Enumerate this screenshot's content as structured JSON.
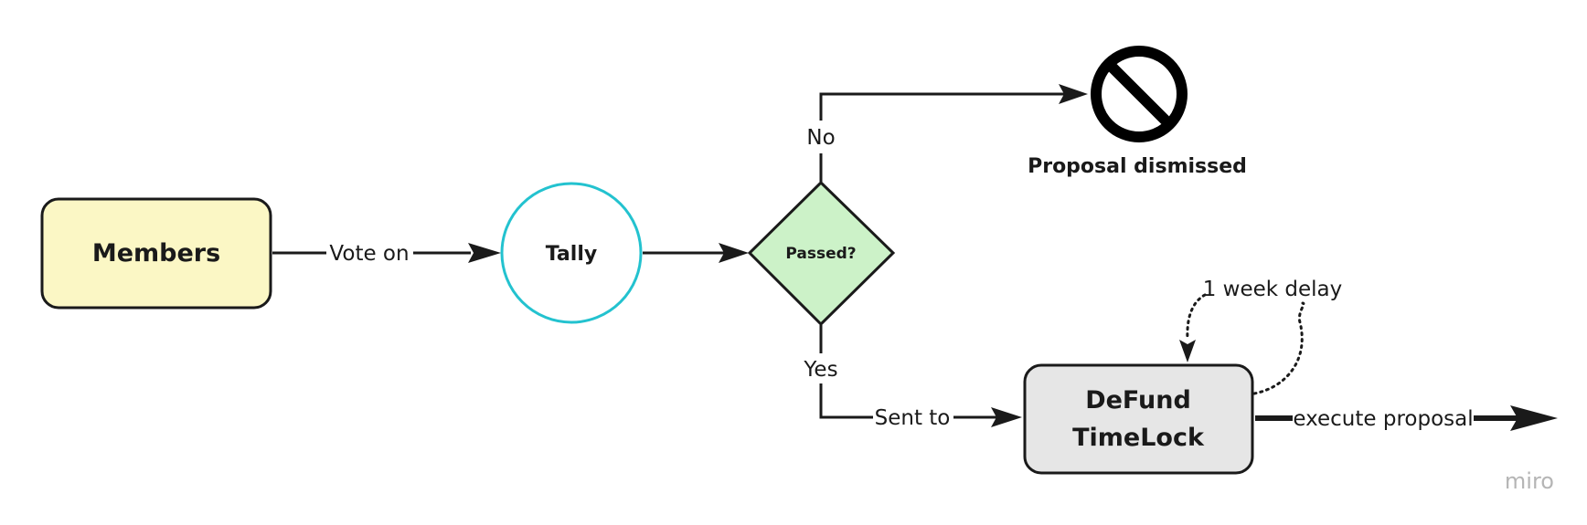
{
  "diagram": {
    "nodes": {
      "members": "Members",
      "tally": "Tally",
      "decision": "Passed?",
      "timelock_line1": "DeFund",
      "timelock_line2": "TimeLock",
      "dismissed": "Proposal dismissed"
    },
    "edges": {
      "vote_on": "Vote on",
      "no": "No",
      "yes": "Yes",
      "sent_to": "Sent to",
      "delay": "1 week delay",
      "execute": "execute proposal"
    },
    "colors": {
      "members_fill": "#fbf7c5",
      "tally_stroke": "#23c2cf",
      "decision_fill": "#ccf2c8",
      "timelock_fill": "#e6e6e6",
      "stroke": "#1a1a1a",
      "brand": "#b5b5b5"
    }
  },
  "branding": {
    "watermark": "miro"
  }
}
